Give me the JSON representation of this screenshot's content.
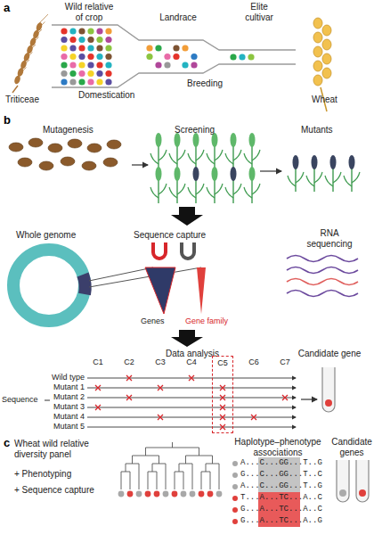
{
  "diagram": {
    "nodes": [
      {
        "text": [
          "C5"
        ]
      }
    ],
    "labels": [
      "a",
      "Wild relative of crop",
      "Landrace",
      "Elite cultivar",
      "Triticeae",
      "Domestication",
      "Breeding",
      "Wheat",
      "b",
      "Mutagenesis",
      "Screening",
      "Mutants",
      "Whole genome",
      "Sequence capture",
      "RNA sequencing",
      "Genes",
      "Gene family",
      "Data analysis",
      "C1",
      "C2",
      "C3",
      "C4",
      "C6",
      "C7",
      "Wild type",
      "Mutant 1",
      "Mutant 2",
      "Mutant 3",
      "Mutant 4",
      "Mutant 5",
      "Sequence",
      "Candidate gene",
      "c",
      "Wheat wild relative diversity panel",
      "+ Phenotyping",
      "+ Sequence capture",
      "Haplotype–phenotype associations",
      "Candidate genes",
      "A...C...GG...T..G",
      "G...C...GG...T..C",
      "A...C...GG...T..G",
      "T...A...TC...A..C",
      "G...A...TC...A..C",
      "G...A...TC...A..G"
    ]
  }
}
